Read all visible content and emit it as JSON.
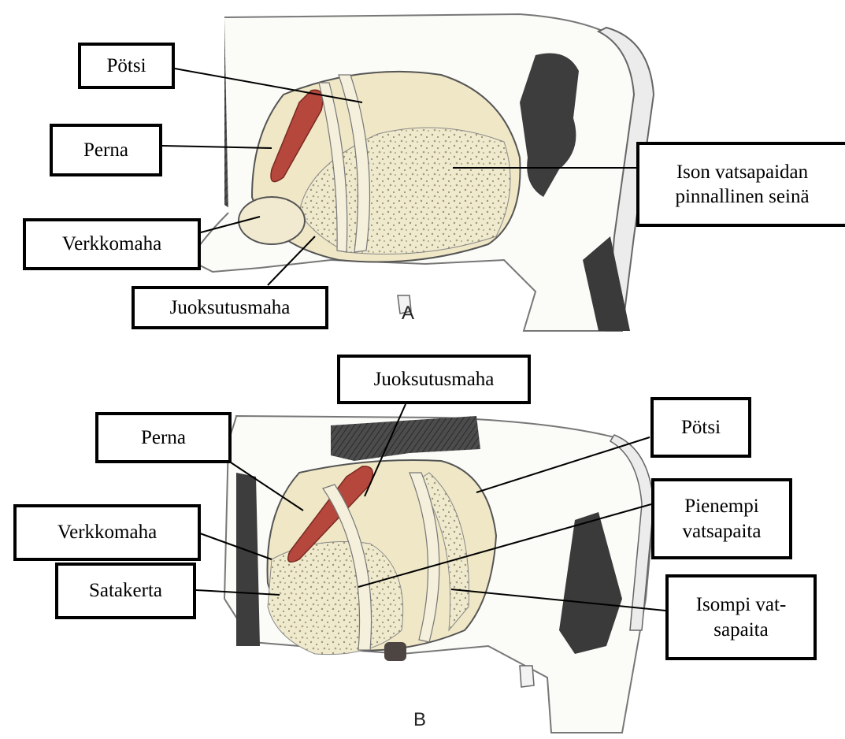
{
  "panels": [
    {
      "letter": "A",
      "labels": {
        "potsi": "Pötsi",
        "perna": "Perna",
        "verkkomaha": "Verkkomaha",
        "juoksutusmaha": "Juoksutusmaha",
        "iso_vatsapaita_seina": "Ison vatsapaidan\npinnallinen seinä"
      }
    },
    {
      "letter": "B",
      "labels": {
        "juoksutusmaha": "Juoksutusmaha",
        "perna": "Perna",
        "potsi": "Pötsi",
        "verkkomaha": "Verkkomaha",
        "pienempi_vatsapaita": "Pienempi\nvatsapaita",
        "satakerta": "Satakerta",
        "isompi_vatsapaita": "Isompi vat-\nsapaita"
      }
    }
  ],
  "colors": {
    "spleen": "#b5473c",
    "rumen": "#efe8c9",
    "omasum_texture": "#e2d8ae",
    "black_hide": "#4a4a4a",
    "outline": "#555555",
    "band": "#f4f0dc"
  }
}
